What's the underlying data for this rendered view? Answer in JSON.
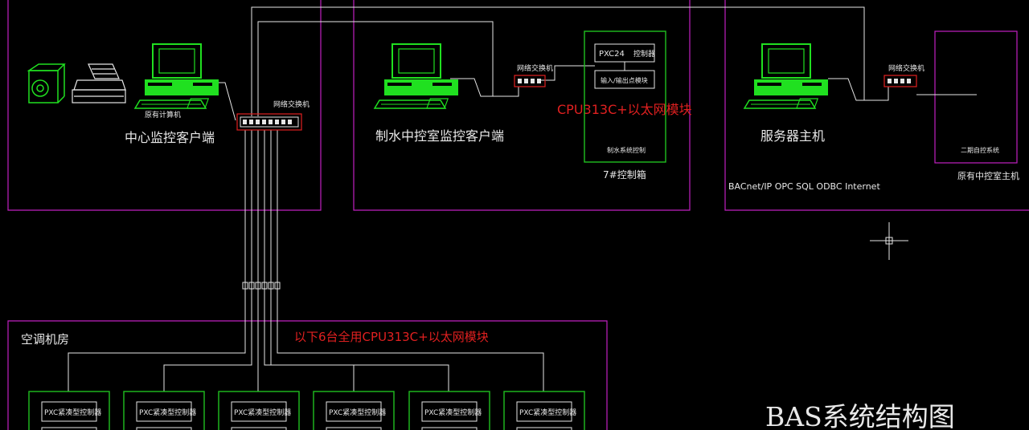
{
  "colors": {
    "background": "#000000",
    "room_border": "#c020c0",
    "cabinet_border": "#20c020",
    "wire": "#e6e6e6",
    "red_text": "#e02020",
    "device_green": "#20e020",
    "text": "#e8e8e8"
  },
  "title": "BAS系统结构图",
  "rooms": {
    "center": {
      "caption": "中心监控客户端",
      "pc_label": "原有计算机",
      "switch_label": "网络交换机"
    },
    "water": {
      "caption": "制水中控室监控客户端",
      "switch_label": "网络交换机",
      "note": "CPU313C+以太网模块"
    },
    "cabinet7": {
      "caption": "7#控制箱",
      "pxc_label": "PXC24",
      "pxc_sub": "控制器",
      "io_label": "输入/输出点模块",
      "bottom_label": "制水系统控制"
    },
    "server": {
      "caption": "服务器主机",
      "switch_label": "网络交换机",
      "protocols": "BACnet/IP OPC SQL ODBC Internet"
    },
    "legacy": {
      "inner_label": "二期自控系统",
      "caption": "原有中控室主机"
    },
    "ac_room": {
      "caption": "空调机房",
      "note": "以下6台全用CPU313C+以太网模块",
      "controllers": [
        {
          "label": "PXC紧凑型控制器"
        },
        {
          "label": "PXC紧凑型控制器"
        },
        {
          "label": "PXC紧凑型控制器"
        },
        {
          "label": "PXC紧凑型控制器"
        },
        {
          "label": "PXC紧凑型控制器"
        },
        {
          "label": "PXC紧凑型控制器"
        }
      ]
    }
  }
}
